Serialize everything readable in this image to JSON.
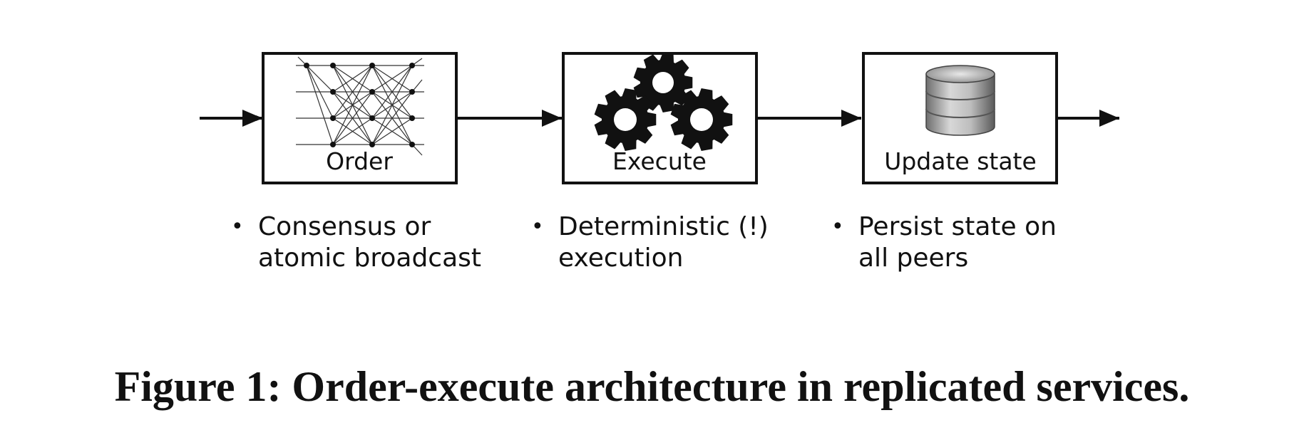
{
  "stages": [
    {
      "label": "Order",
      "icon": "network-icon",
      "bullet_lines": [
        "Consensus or",
        "atomic broadcast"
      ]
    },
    {
      "label": "Execute",
      "icon": "gears-icon",
      "bullet_lines": [
        "Deterministic (!)",
        "execution"
      ]
    },
    {
      "label": "Update state",
      "icon": "database-icon",
      "bullet_lines": [
        "Persist state on",
        "all peers"
      ]
    }
  ],
  "caption": "Figure 1: Order-execute architecture in replicated services.",
  "colors": {
    "ink": "#111111",
    "database": "#9a9a9a"
  }
}
